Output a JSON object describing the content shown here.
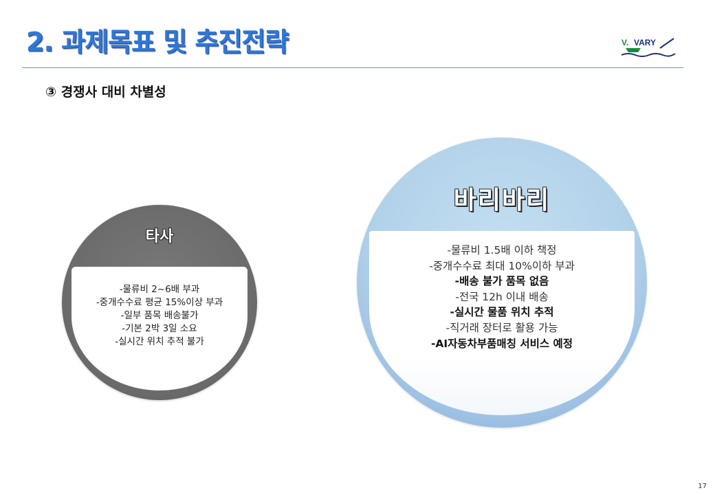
{
  "header": {
    "title": "2. 과제목표 및 추진전략",
    "subtitle": "③ 경쟁사 대비 차별성",
    "logo_text": "V. VARY"
  },
  "competitor": {
    "heading": "타사",
    "lines": [
      "-물류비 2~6배 부과",
      "-중개수수료  평균 15%이상 부과",
      "-일부 품목 배송불가",
      "-기본 2박 3일 소요",
      "-실시간 위치 추적 불가"
    ]
  },
  "varyvary": {
    "heading": "바리바리",
    "lines": [
      "-물류비 1.5배 이하 책정",
      "-중개수수료 최대 10%이하 부과",
      "-배송 불가 품목 없음",
      "-전국 12h 이내 배송",
      "-실시간 물품 위치 추적",
      "-직거래 장터로 활용 가능",
      "-AI자동차부품매칭 서비스 예정"
    ]
  },
  "footer": {
    "page_number": "17"
  },
  "colors": {
    "title": "#2f78d8",
    "competitor_circle": "#6e6e6e",
    "vary_circle": "#b2d2ea",
    "logo_green": "#1a8a3a",
    "logo_navy": "#1d2f7a"
  }
}
